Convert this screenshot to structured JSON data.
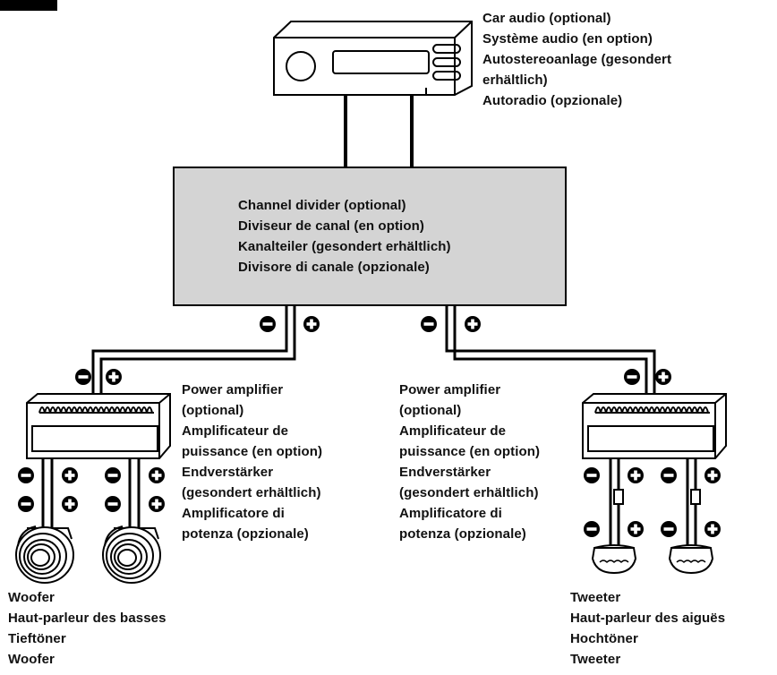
{
  "car_audio": {
    "lines": [
      "Car audio (optional)",
      "Système audio (en option)",
      "Autostereoanlage (gesondert",
      "erhältlich)",
      "Autoradio (opzionale)"
    ]
  },
  "channel_divider": {
    "lines": [
      "Channel divider (optional)",
      "Diviseur de canal (en option)",
      "Kanalteiler (gesondert erhältlich)",
      "Divisore di canale (opzionale)"
    ]
  },
  "power_amplifier": {
    "lines": [
      "Power amplifier",
      "(optional)",
      "Amplificateur de",
      "puissance (en option)",
      "Endverstärker",
      "(gesondert erhältlich)",
      "Amplificatore di",
      "potenza (opzionale)"
    ]
  },
  "woofer": {
    "lines": [
      "Woofer",
      "Haut-parleur des basses",
      "Tieftöner",
      "Woofer"
    ]
  },
  "tweeter": {
    "lines": [
      "Tweeter",
      "Haut-parleur des aiguës",
      "Hochtöner",
      "Tweeter"
    ]
  },
  "colors": {
    "line": "#000000",
    "box_fill": "#d4d4d4",
    "background": "#ffffff"
  },
  "icons": [
    "car-audio-unit-icon",
    "amplifier-icon",
    "woofer-speaker-icon",
    "tweeter-speaker-icon",
    "minus-terminal-icon",
    "plus-terminal-icon"
  ]
}
